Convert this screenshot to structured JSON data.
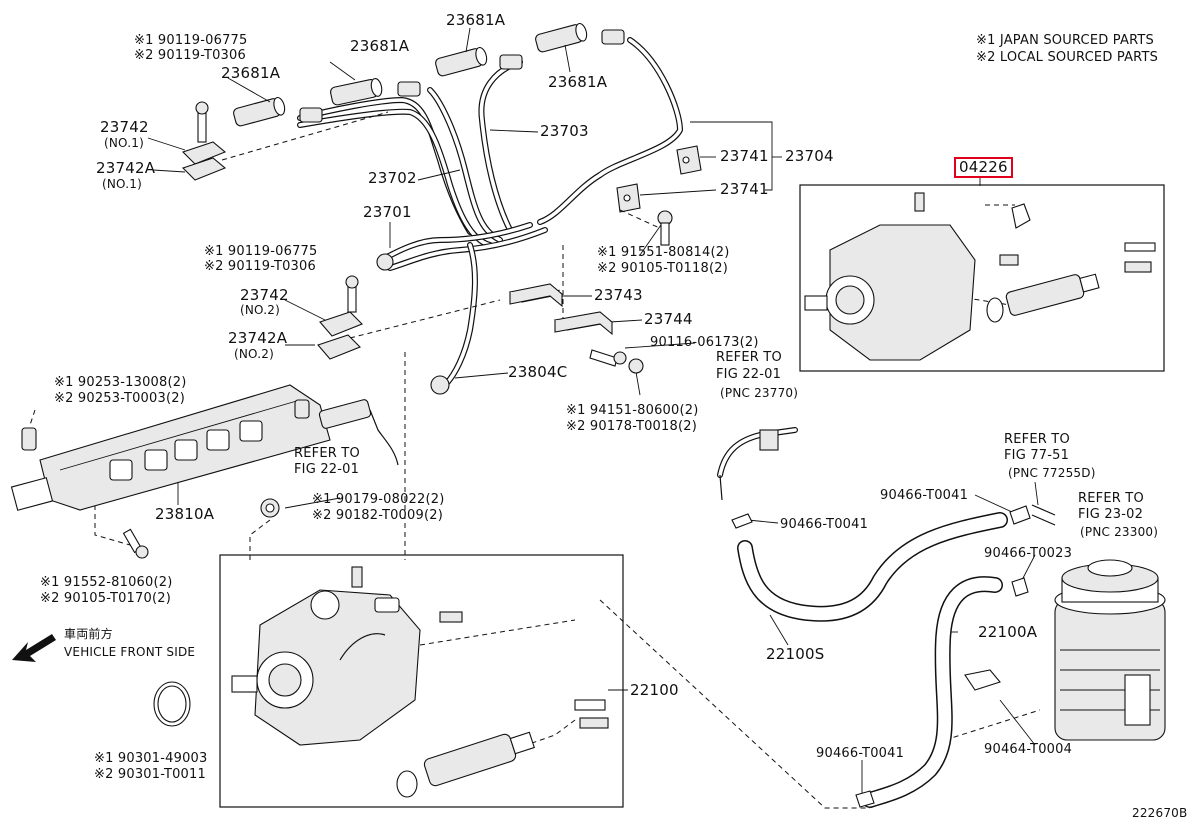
{
  "legend": {
    "japan": "※1 JAPAN SOURCED PARTS",
    "local": "※2 LOCAL SOURCED PARTS"
  },
  "direction": {
    "jp": "車両前方",
    "en": "VEHICLE FRONT SIDE"
  },
  "diagram_id": "222670B",
  "callouts": {
    "c23681a_1": "23681A",
    "c23681a_2": "23681A",
    "c23681a_3": "23681A",
    "c23681a_4": "23681A",
    "c23703": "23703",
    "c23702": "23702",
    "c23701": "23701",
    "c23741_1": "23741",
    "c23741_2": "23741",
    "c23704": "23704",
    "c04226": "04226",
    "c23742_1": "23742",
    "c23742_1_sub": "(NO.1)",
    "c23742a_1": "23742A",
    "c23742a_1_sub": "(NO.1)",
    "c23742_2": "23742",
    "c23742_2_sub": "(NO.2)",
    "c23742a_2": "23742A",
    "c23742a_2_sub": "(NO.2)",
    "c23743": "23743",
    "c23744": "23744",
    "c23804c": "23804C",
    "c23810a": "23810A",
    "c22100": "22100",
    "c22100s": "22100S",
    "c22100a": "22100A",
    "bolt_top_1": "※1 90119-06775",
    "bolt_top_2": "※2 90119-T0306",
    "bolt_mid_1": "※1 90119-06775",
    "bolt_mid_2": "※2 90119-T0306",
    "nut_top_1": "※1 91551-80814(2)",
    "nut_top_2": "※2 90105-T0118(2)",
    "stud_1": "90116-06173(2)",
    "nut_mid_1": "※1 94151-80600(2)",
    "nut_mid_2": "※2 90178-T0018(2)",
    "rail_1": "※1 90253-13008(2)",
    "rail_2": "※2 90253-T0003(2)",
    "washer_1": "※1 90179-08022(2)",
    "washer_2": "※2 90182-T0009(2)",
    "railbolt_1": "※1 91552-81060(2)",
    "railbolt_2": "※2 90105-T0170(2)",
    "oring_1": "※1 90301-49003",
    "oring_2": "※2 90301-T0011",
    "clip_a": "90466-T0041",
    "clip_b": "90466-T0041",
    "clip_c": "90466-T0023",
    "clip_d": "90466-T0041",
    "clip_e": "90464-T0004"
  },
  "references": {
    "r1_a": "REFER TO",
    "r1_b": "FIG 22-01",
    "r2_a": "REFER TO",
    "r2_b": "FIG 22-01",
    "r2_c": "(PNC 23770)",
    "r3_a": "REFER TO",
    "r3_b": "FIG 77-51",
    "r3_c": "(PNC 77255D)",
    "r4_a": "REFER TO",
    "r4_b": "FIG 23-02",
    "r4_c": "(PNC 23300)"
  }
}
